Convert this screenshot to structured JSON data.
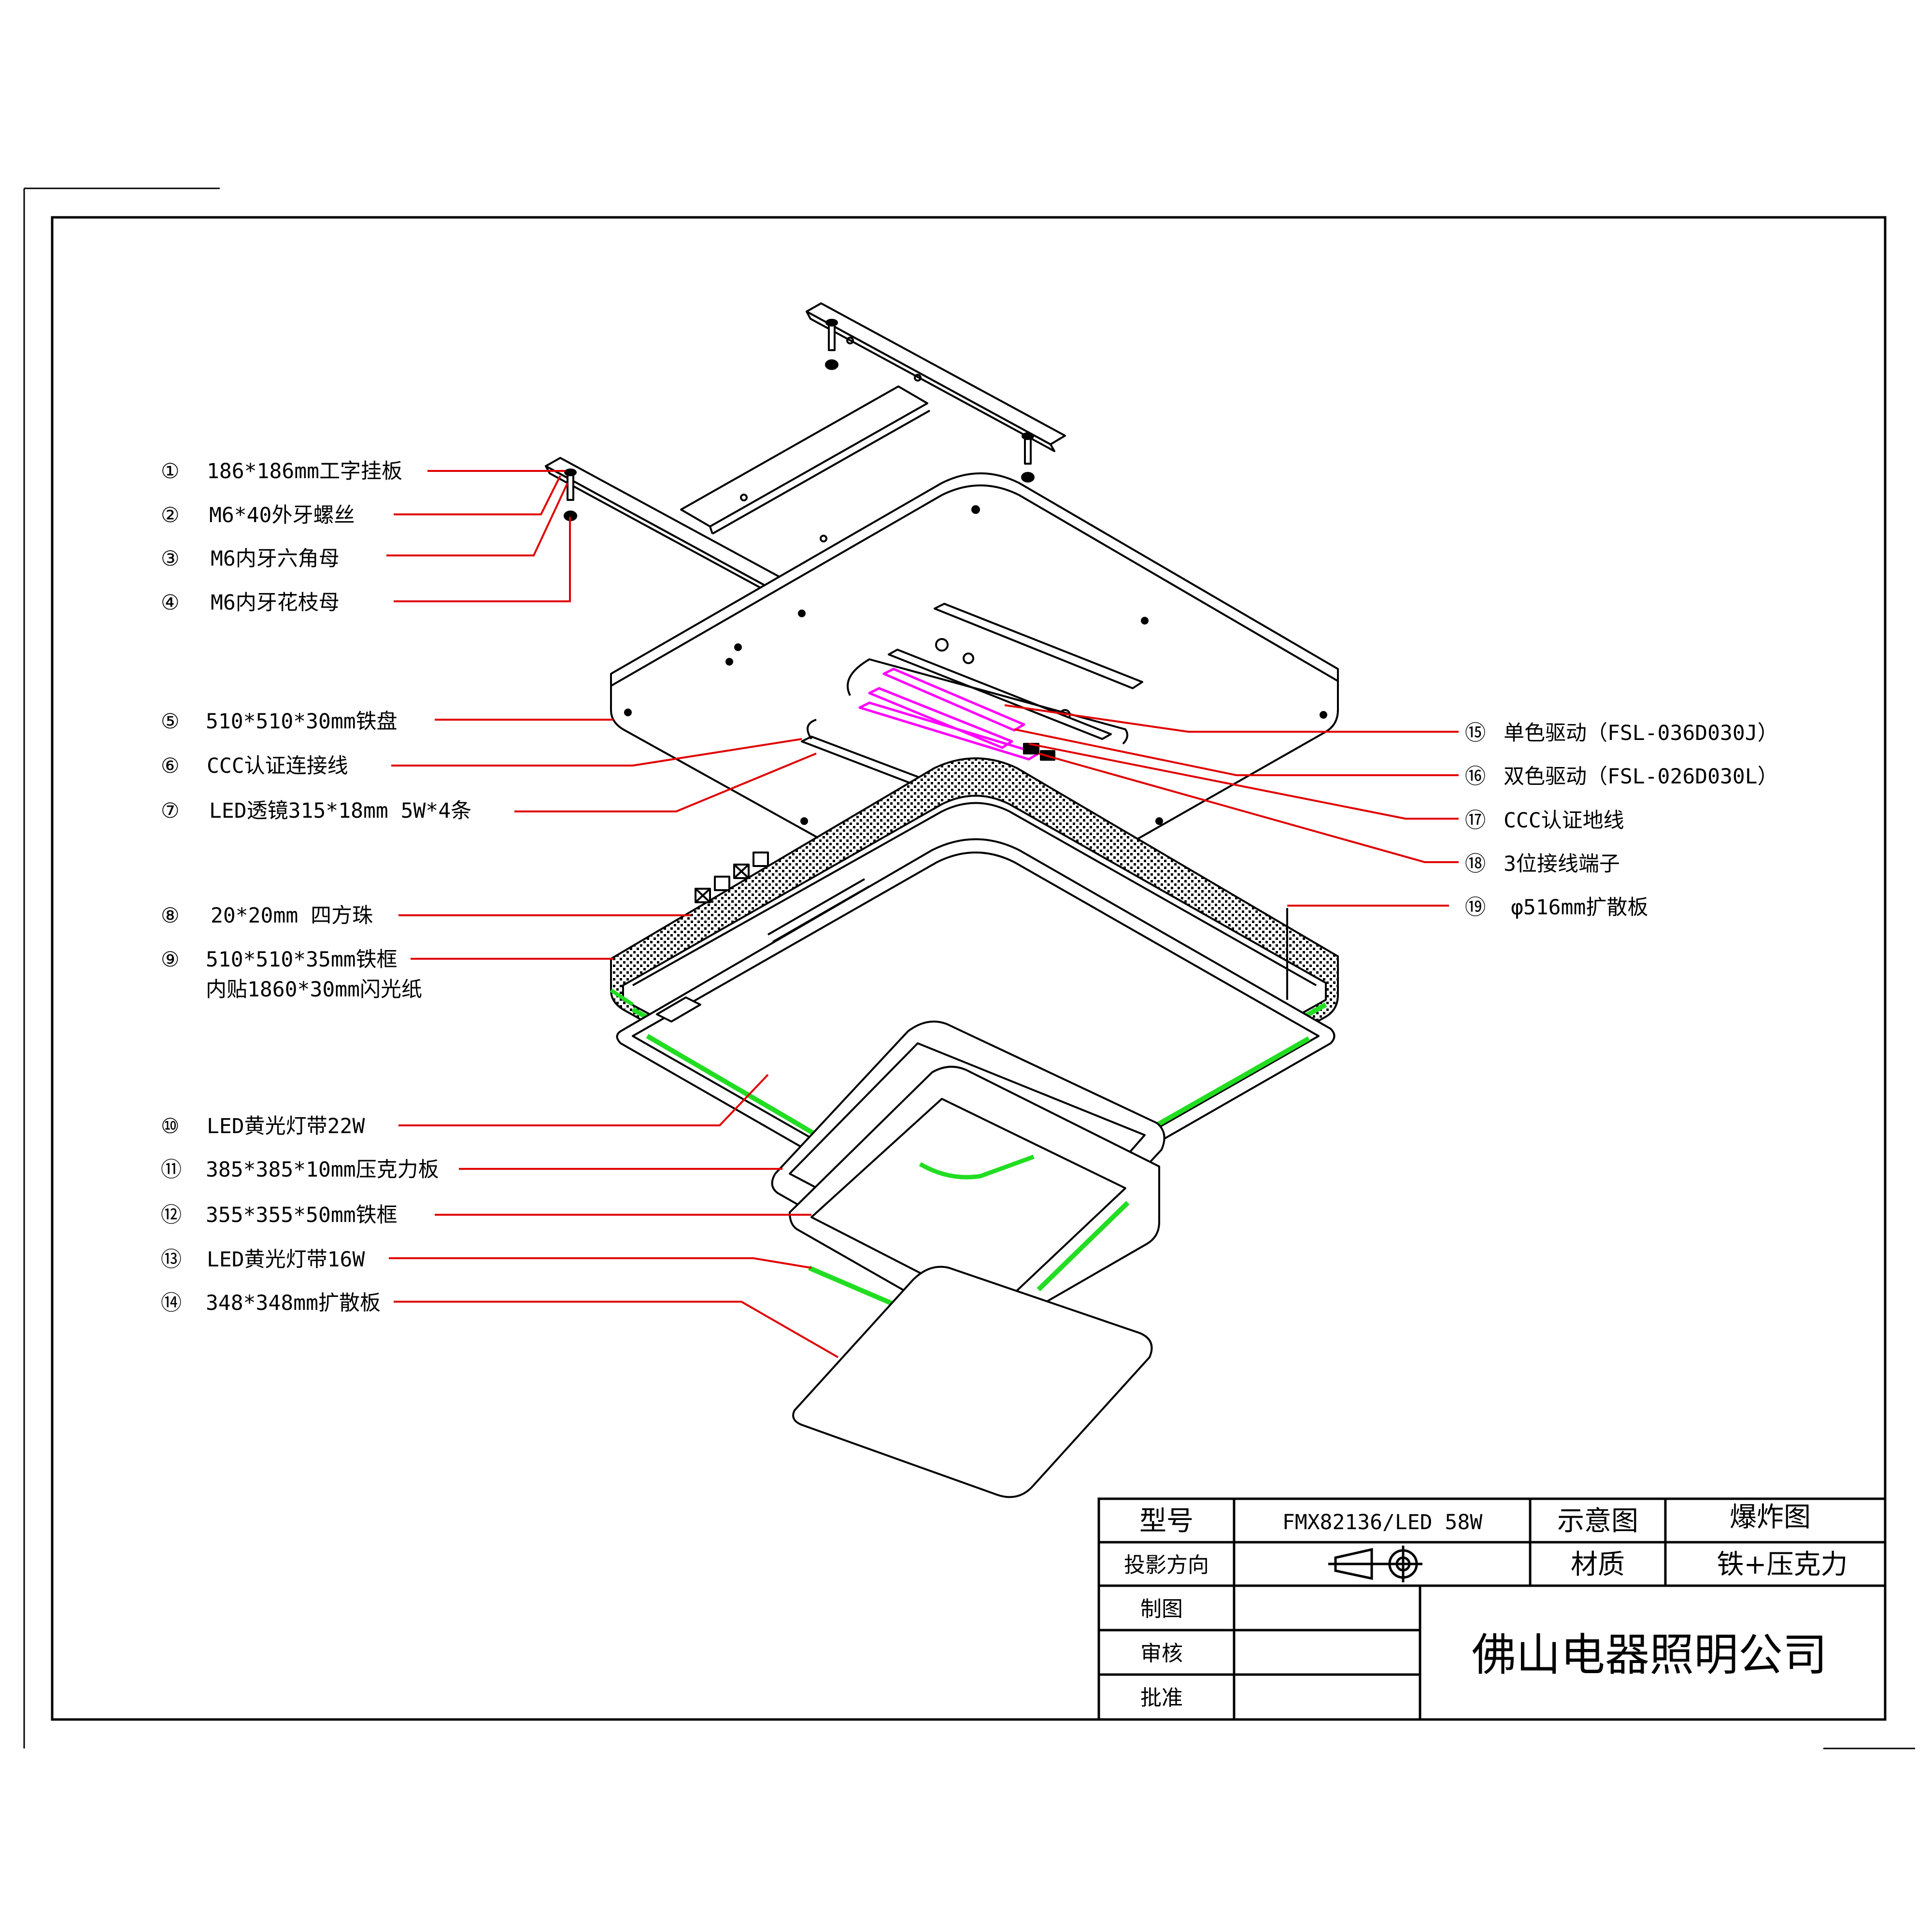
{
  "parts": [
    {
      "n": "①",
      "text": "186*186mm工字挂板"
    },
    {
      "n": "②",
      "text": "M6*40外牙螺丝"
    },
    {
      "n": "③",
      "text": "M6内牙六角母"
    },
    {
      "n": "④",
      "text": "M6内牙花枝母"
    },
    {
      "n": "⑤",
      "text": "510*510*30mm铁盘"
    },
    {
      "n": "⑥",
      "text": "CCC认证连接线"
    },
    {
      "n": "⑦",
      "text": "LED透镜315*18mm 5W*4条"
    },
    {
      "n": "⑧",
      "text": "20*20mm 四方珠"
    },
    {
      "n": "⑨",
      "text": "510*510*35mm铁框",
      "text2": "内贴1860*30mm闪光纸"
    },
    {
      "n": "⑩",
      "text": "LED黄光灯带22W"
    },
    {
      "n": "⑪",
      "text": "385*385*10mm压克力板"
    },
    {
      "n": "⑫",
      "text": "355*355*50mm铁框"
    },
    {
      "n": "⑬",
      "text": "LED黄光灯带16W"
    },
    {
      "n": "⑭",
      "text": "348*348mm扩散板"
    },
    {
      "n": "⑮",
      "text": "单色驱动（FSL-036D030J）"
    },
    {
      "n": "⑯",
      "text": "双色驱动（FSL-026D030L）"
    },
    {
      "n": "⑰",
      "text": "CCC认证地线"
    },
    {
      "n": "⑱",
      "text": "3位接线端子"
    },
    {
      "n": "⑲",
      "text": "φ516mm扩散板"
    }
  ],
  "title_block": {
    "model_label": "型号",
    "model_value": "FMX82136/LED 58W",
    "diagram_label": "示意图",
    "diagram_value": "爆炸图",
    "projection_label": "投影方向",
    "material_label": "材质",
    "material_value": "铁+压克力",
    "drawn_label": "制图",
    "review_label": "审核",
    "approve_label": "批准",
    "company": "佛山电器照明公司"
  },
  "colors": {
    "leader": "#e00000",
    "led_strip": "#22dd22",
    "driver": "#ff00ff",
    "line": "#000000"
  }
}
